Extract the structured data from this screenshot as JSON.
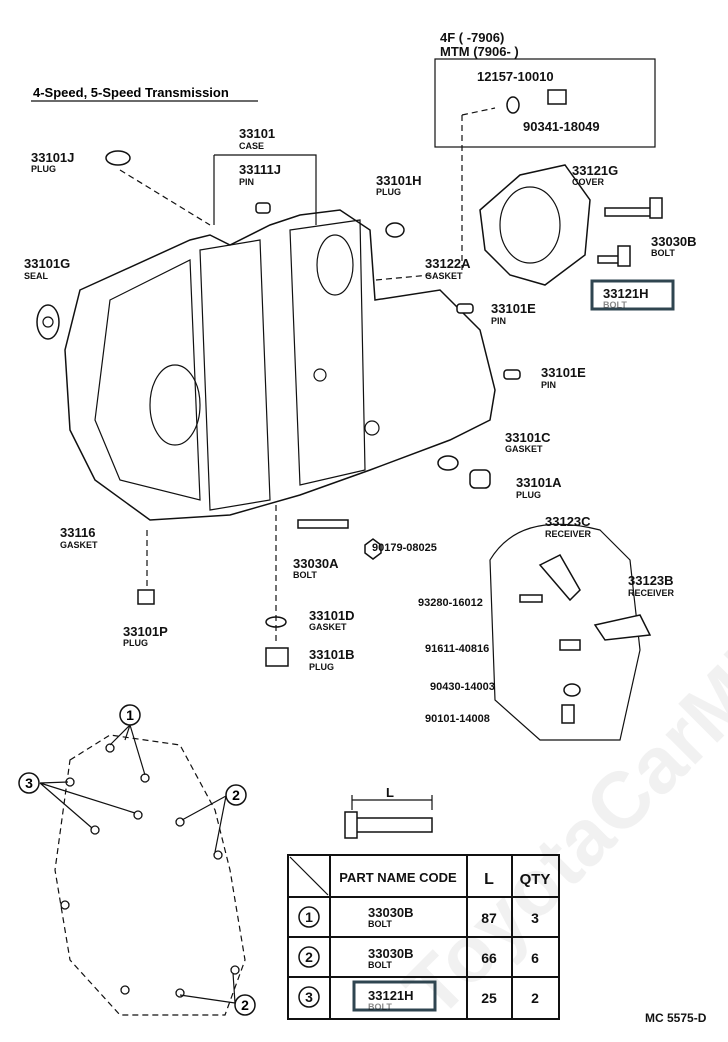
{
  "title": "4-Speed, 5-Speed Transmission",
  "watermark": "ToyotaCarMir.ru",
  "highlight_color": "#2f4550",
  "inset": {
    "line1": "4F (        -7906)",
    "line2": "MTM (7906-        )",
    "parts": [
      "12157-10010",
      "90341-18049"
    ]
  },
  "labels": {
    "p33101": {
      "code": "33101",
      "name": "CASE"
    },
    "p33111J": {
      "code": "33111J",
      "name": "PIN"
    },
    "p33101J": {
      "code": "33101J",
      "name": "PLUG"
    },
    "p33101H": {
      "code": "33101H",
      "name": "PLUG"
    },
    "p33121G": {
      "code": "33121G",
      "name": "COVER"
    },
    "p33030B": {
      "code": "33030B",
      "name": "BOLT"
    },
    "p33121H": {
      "code": "33121H",
      "name": "BOLT"
    },
    "p33122A": {
      "code": "33122A",
      "name": "GASKET"
    },
    "p33101G": {
      "code": "33101G",
      "name": "SEAL"
    },
    "p33101E1": {
      "code": "33101E",
      "name": "PIN"
    },
    "p33101E2": {
      "code": "33101E",
      "name": "PIN"
    },
    "p33101C": {
      "code": "33101C",
      "name": "GASKET"
    },
    "p33101A": {
      "code": "33101A",
      "name": "PLUG"
    },
    "p33123C": {
      "code": "33123C",
      "name": "RECEIVER"
    },
    "p33123B": {
      "code": "33123B",
      "name": "RECEIVER"
    },
    "p33116": {
      "code": "33116",
      "name": "GASKET"
    },
    "p33030A": {
      "code": "33030A",
      "name": "BOLT"
    },
    "p33101P": {
      "code": "33101P",
      "name": "PLUG"
    },
    "p33101D": {
      "code": "33101D",
      "name": "GASKET"
    },
    "p33101B": {
      "code": "33101B",
      "name": "PLUG"
    }
  },
  "numbers": {
    "n90179": "90179-08025",
    "n93280": "93280-16012",
    "n91611": "91611-40816",
    "n90430": "90430-14003",
    "n90101": "90101-14008"
  },
  "callouts": [
    "1",
    "2",
    "3"
  ],
  "dimension_label": "L",
  "table": {
    "headers": [
      "PART NAME CODE",
      "L",
      "QTY"
    ],
    "rows": [
      {
        "mark": "1",
        "code": "33030B",
        "name": "BOLT",
        "L": "87",
        "qty": "3"
      },
      {
        "mark": "2",
        "code": "33030B",
        "name": "BOLT",
        "L": "66",
        "qty": "6"
      },
      {
        "mark": "3",
        "code": "33121H",
        "name": "BOLT",
        "L": "25",
        "qty": "2",
        "highlighted": true
      }
    ]
  },
  "figure_code": "MC 5575-D"
}
